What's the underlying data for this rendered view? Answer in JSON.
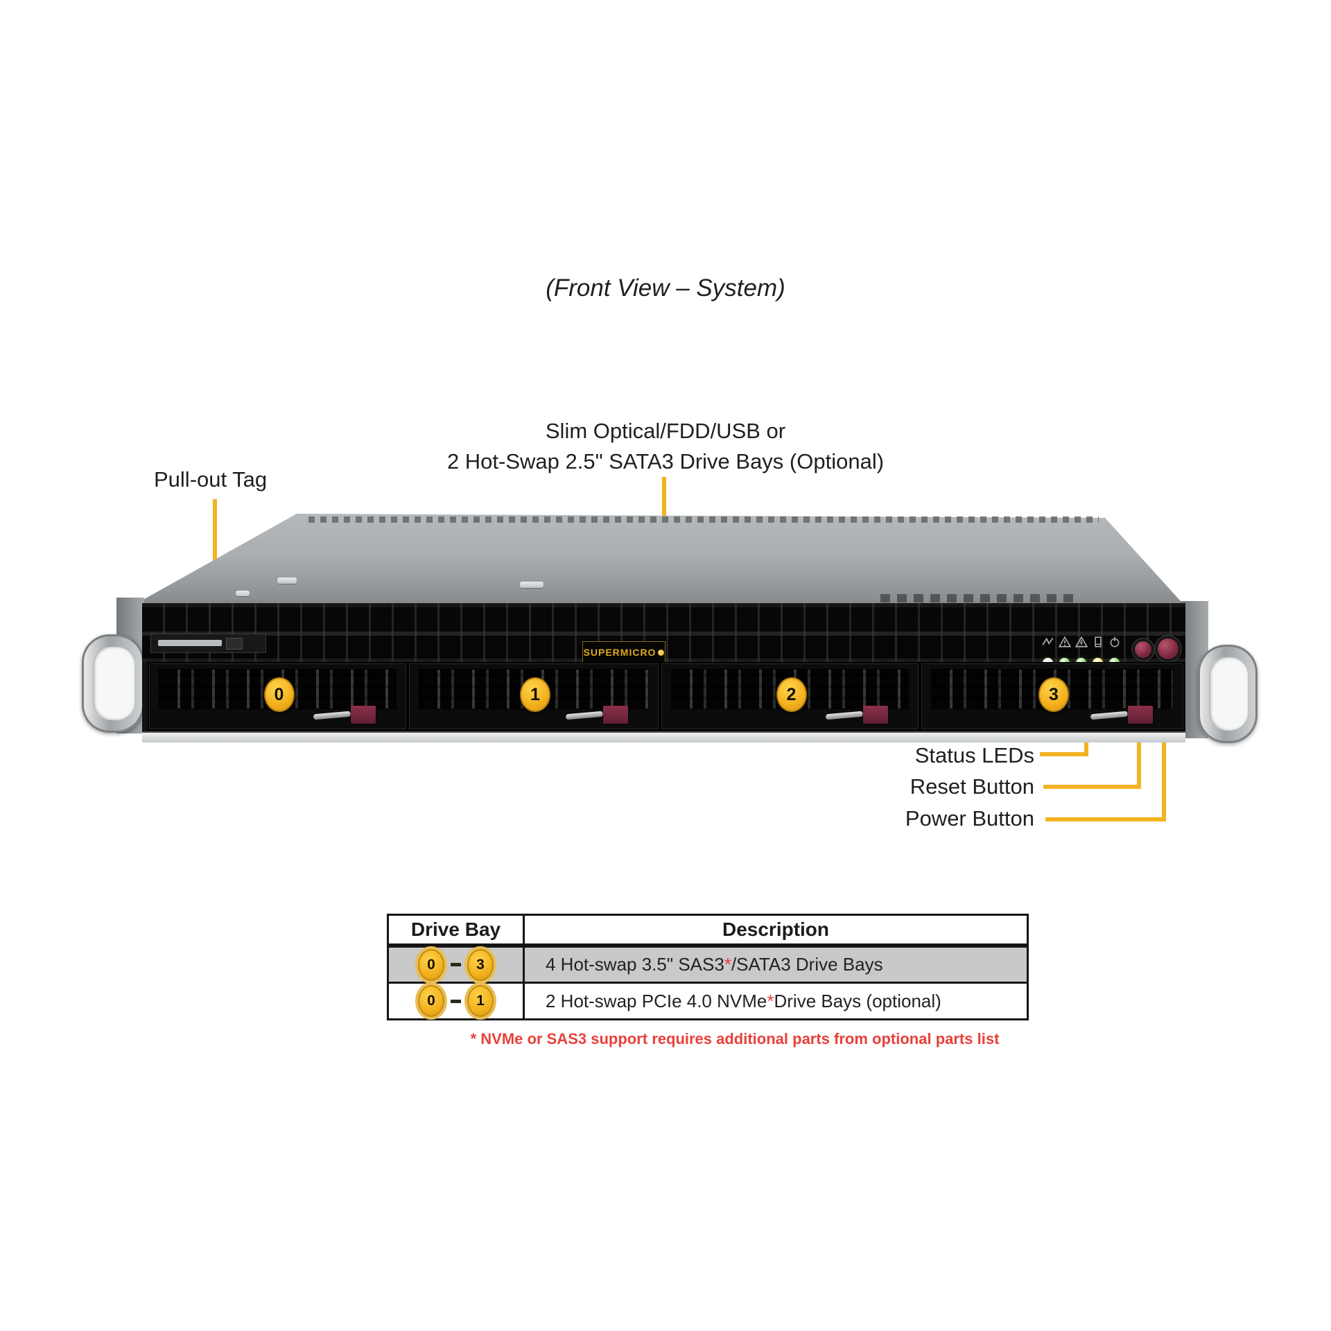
{
  "title": "(Front View – System)",
  "labels": {
    "pull_out_tag": "Pull-out Tag",
    "slim_optical_line1": "Slim Optical/FDD/USB or",
    "slim_optical_line2": "2 Hot-Swap 2.5\" SATA3 Drive Bays (Optional)",
    "status_leds": "Status LEDs",
    "reset_button": "Reset Button",
    "power_button": "Power Button"
  },
  "server": {
    "brand": "SUPERMICRO",
    "drive_bays": [
      "0",
      "1",
      "2",
      "3"
    ],
    "control_panel": {
      "icons": [
        "nic-activity-icon",
        "overheat-warning-icon",
        "power-failure-warning-icon",
        "hdd-activity-icon",
        "power-led-icon"
      ],
      "leds": [
        {
          "name": "power-led",
          "color": "#e9e9e9"
        },
        {
          "name": "hdd-led",
          "color": "#5fd43c"
        },
        {
          "name": "nic1-led",
          "color": "#5fd43c"
        },
        {
          "name": "nic2-led",
          "color": "#f2e032"
        },
        {
          "name": "info-led",
          "color": "#5fd43c"
        }
      ]
    },
    "accent_yellow": "#f2b222",
    "latch_maroon": "#7e2740"
  },
  "table": {
    "headers": [
      "Drive Bay",
      "Description"
    ],
    "rows": [
      {
        "bay_from": "0",
        "bay_to": "3",
        "desc_pre": "4 Hot-swap 3.5\" SAS3",
        "desc_star": "*",
        "desc_post": "/SATA3 Drive Bays"
      },
      {
        "bay_from": "0",
        "bay_to": "1",
        "desc_pre": "2 Hot-swap PCIe 4.0 NVMe",
        "desc_star": "*",
        "desc_post": " Drive Bays (optional)"
      }
    ]
  },
  "footnote": "* NVMe or SAS3 support requires additional parts from optional parts list"
}
